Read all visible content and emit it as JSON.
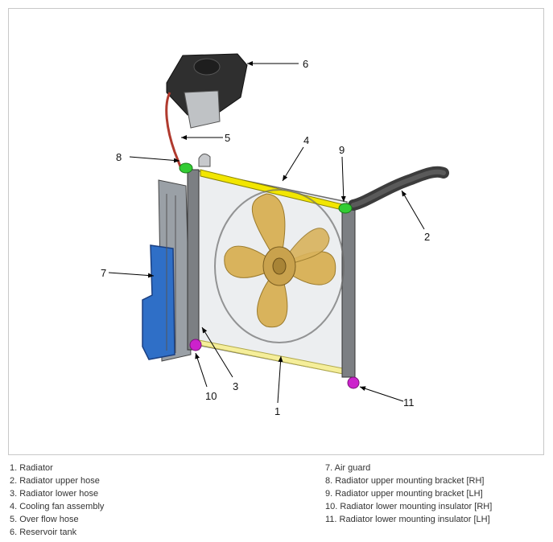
{
  "callouts": [
    "1",
    "2",
    "3",
    "4",
    "5",
    "6",
    "7",
    "8",
    "9",
    "10",
    "11"
  ],
  "legend": {
    "left": [
      "1. Radiator",
      "2. Radiator upper hose",
      "3. Radiator lower hose",
      "4. Cooling fan assembly",
      "5. Over flow hose",
      "6. Reservoir tank"
    ],
    "right": [
      "7. Air guard",
      "8. Radiator upper mounting bracket [RH]",
      "9. Radiator upper mounting bracket [LH]",
      "10. Radiator lower mounting insulator [RH]",
      "11. Radiator lower mounting insulator [LH]"
    ]
  },
  "colors": {
    "radiator_top_bar": "#f2e600",
    "mount_bracket": "#33cc33",
    "insulator": "#cc22cc",
    "air_guard": "#3a7fd8",
    "fan": "#d9b35c",
    "hose": "#3c3c3c",
    "overflow_hose": "#b03a2e",
    "reservoir": "#2f2f2f"
  },
  "icons": [
    "radiator-drawing",
    "reservoir-tank-drawing",
    "cooling-fan-drawing",
    "air-guard-drawing",
    "upper-hose-drawing"
  ]
}
